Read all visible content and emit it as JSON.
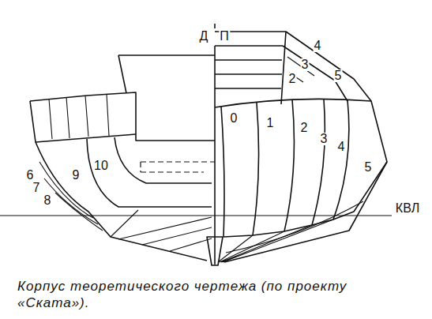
{
  "diagram": {
    "caption": "Корпус теоретического чертежа (по проекту «Ската»).",
    "labels": [
      "Д",
      "П",
      "4",
      "5",
      "3",
      "2",
      "0",
      "1",
      "2",
      "3",
      "4",
      "5",
      "6",
      "7",
      "8",
      "9",
      "10",
      "КВЛ"
    ]
  }
}
